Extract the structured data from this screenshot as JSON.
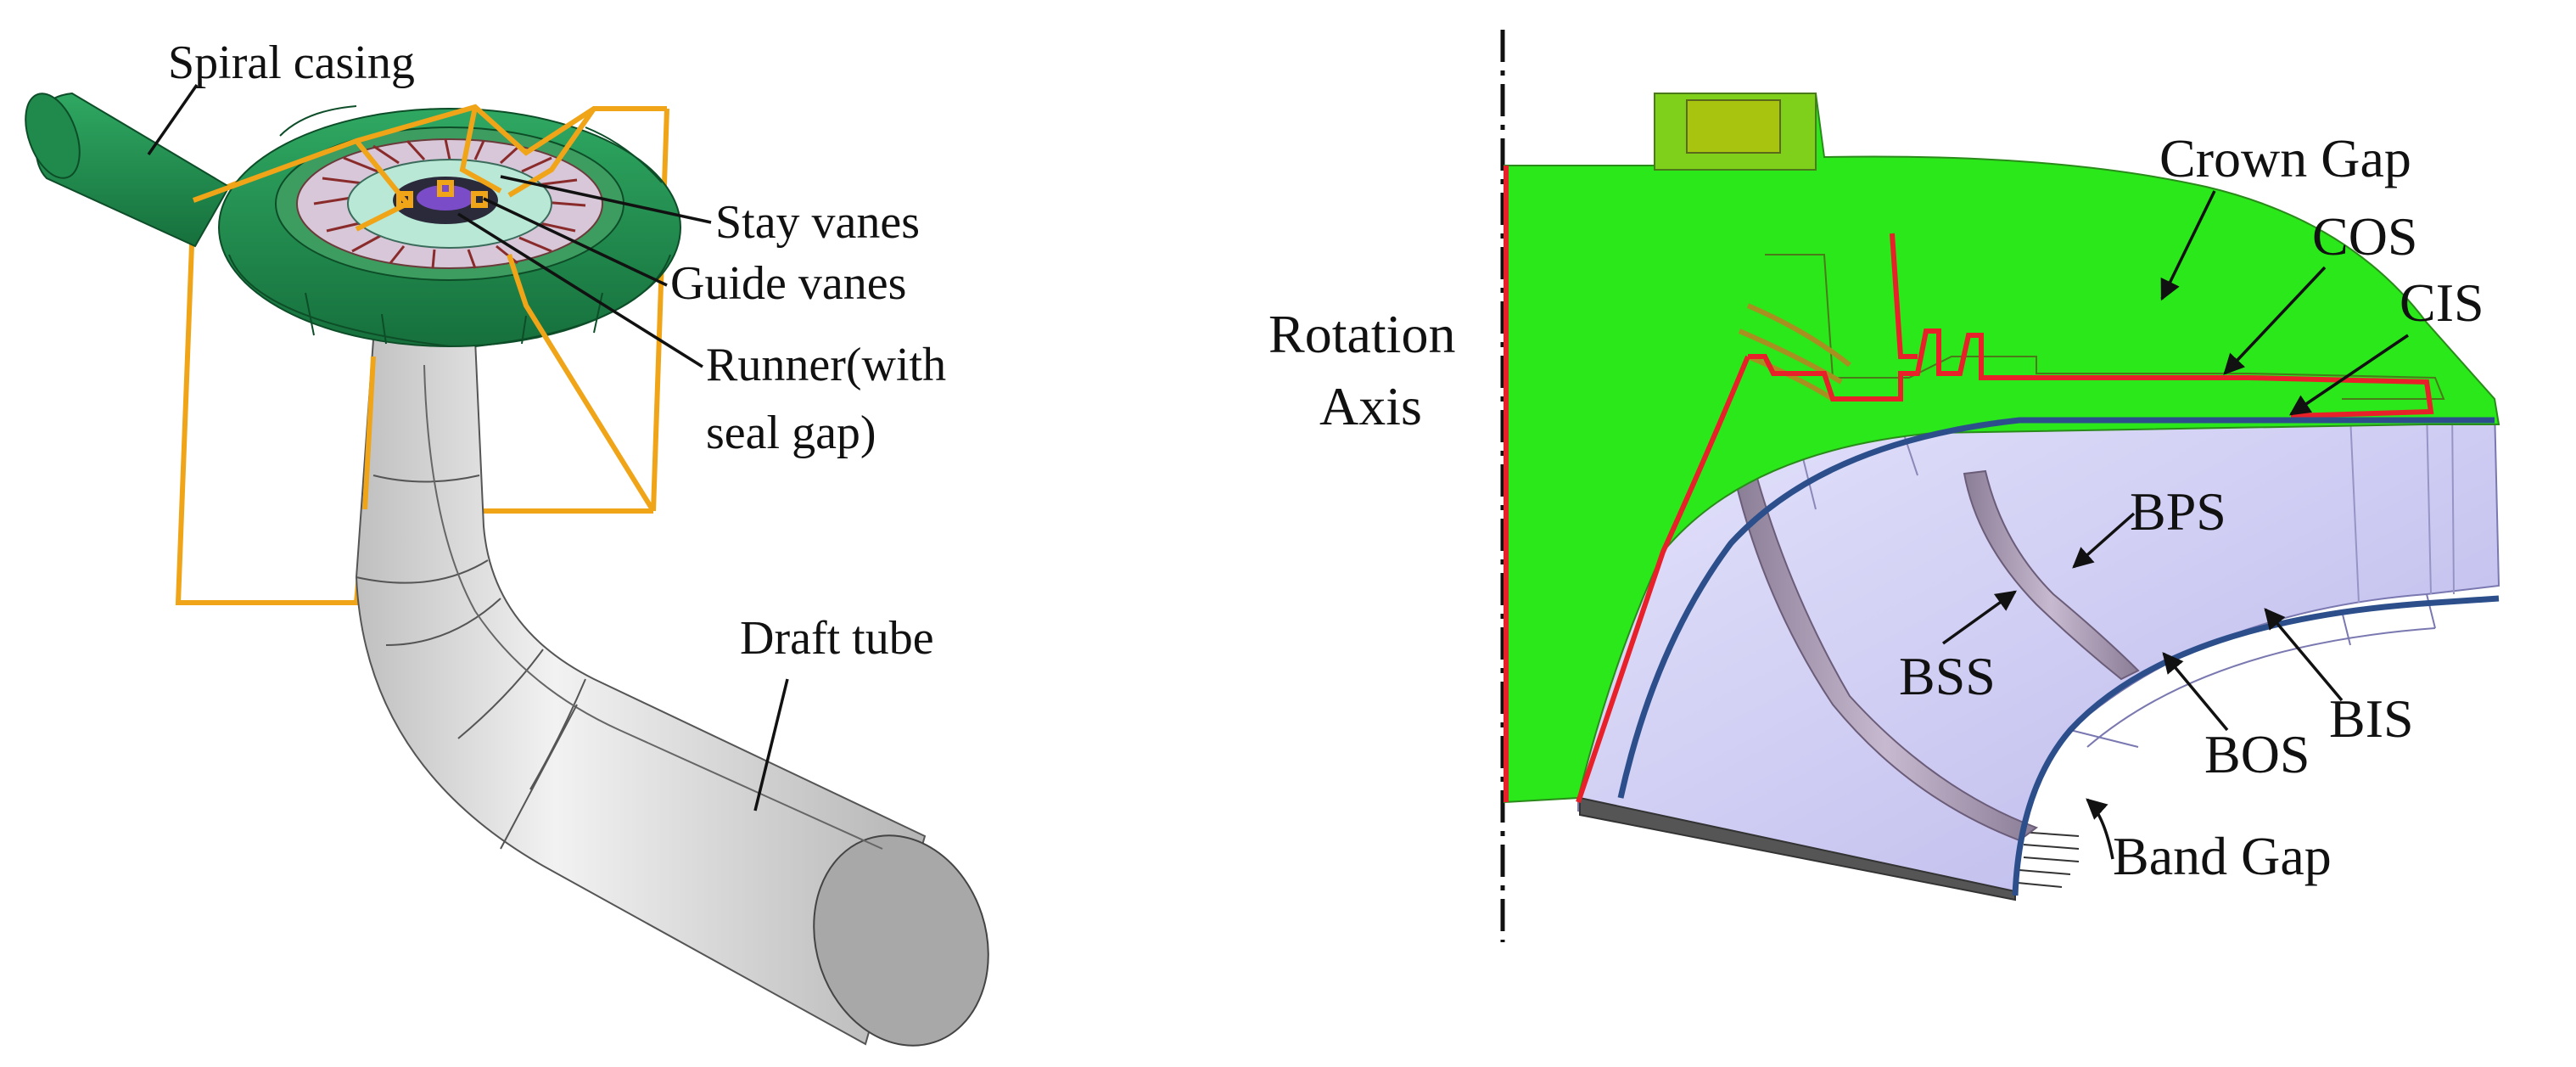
{
  "left_panel": {
    "labels": {
      "spiral_casing": "Spiral casing",
      "stay_vanes": "Stay vanes",
      "guide_vanes": "Guide vanes",
      "runner_line1": "Runner(with",
      "runner_line2": "seal gap)",
      "draft_tube": "Draft tube"
    }
  },
  "right_panel": {
    "labels": {
      "rotation_line1": "Rotation",
      "rotation_line2": "Axis",
      "crown_gap": "Crown Gap",
      "cos": "COS",
      "cis": "CIS",
      "bps": "BPS",
      "bss": "BSS",
      "bis": "BIS",
      "bos": "BOS",
      "band_gap": "Band Gap"
    }
  },
  "colors": {
    "casing_green": "#1e8a4c",
    "frame_orange": "#f0a418",
    "tube_grey": "#d8d8d8",
    "crown_green": "#2ae81a",
    "runner_lavender": "#c8c6f0",
    "outline_red": "#e8202a",
    "curve_blue": "#2c4f8c"
  }
}
